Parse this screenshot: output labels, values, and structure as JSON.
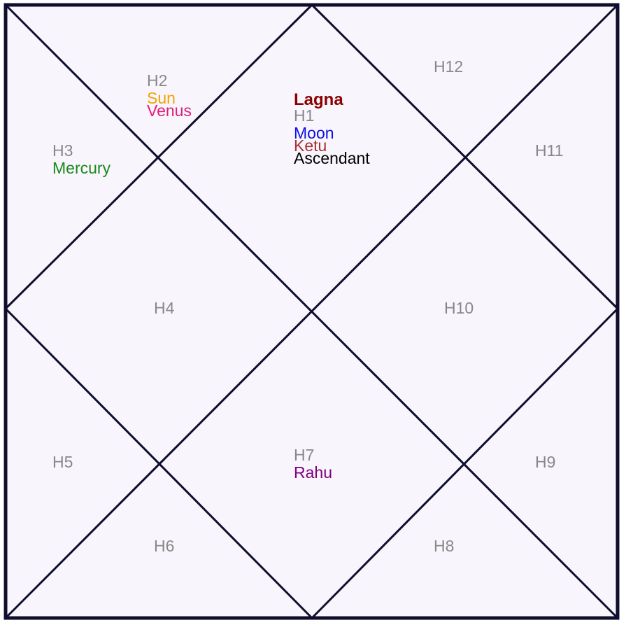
{
  "chart_title": "Lagna",
  "colors": {
    "background": "#f9f5fd",
    "lines": "#0f0f2d",
    "house_label": "#888888",
    "lagna": "#8b0000",
    "Sun": "#f4a300",
    "Venus": "#e0207a",
    "Mercury": "#1a8a1a",
    "Moon": "#1010e0",
    "Ketu": "#a83232",
    "Ascendant": "#000000",
    "Rahu": "#800080"
  },
  "houses": [
    {
      "label": "H1",
      "planets": [
        "Moon",
        "Ketu",
        "Ascendant"
      ]
    },
    {
      "label": "H2",
      "planets": [
        "Sun",
        "Venus"
      ]
    },
    {
      "label": "H3",
      "planets": [
        "Mercury"
      ]
    },
    {
      "label": "H4",
      "planets": []
    },
    {
      "label": "H5",
      "planets": []
    },
    {
      "label": "H6",
      "planets": []
    },
    {
      "label": "H7",
      "planets": [
        "Rahu"
      ]
    },
    {
      "label": "H8",
      "planets": []
    },
    {
      "label": "H9",
      "planets": []
    },
    {
      "label": "H10",
      "planets": []
    },
    {
      "label": "H11",
      "planets": []
    },
    {
      "label": "H12",
      "planets": []
    }
  ]
}
